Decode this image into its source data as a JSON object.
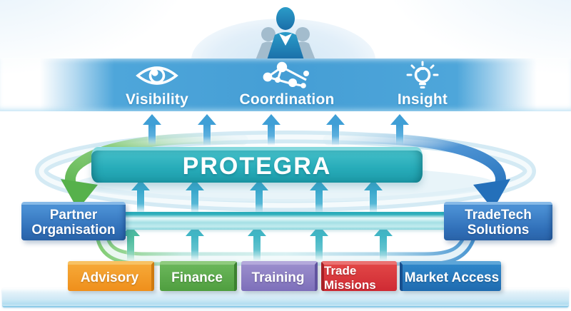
{
  "diagram": {
    "title": "PROTEGRA",
    "audience": {
      "icon": "people-icon"
    },
    "capabilities": [
      {
        "label": "Visibility",
        "icon": "eye-icon"
      },
      {
        "label": "Coordination",
        "icon": "network-icon"
      },
      {
        "label": "Insight",
        "icon": "lightbulb-icon"
      }
    ],
    "partners": {
      "left": {
        "line1": "Partner",
        "line2": "Organisation"
      },
      "right": {
        "line1": "TradeTech",
        "line2": "Solutions"
      }
    },
    "services": [
      {
        "label": "Advisory",
        "color": "#ef8f1b"
      },
      {
        "label": "Finance",
        "color": "#4f9e3f"
      },
      {
        "label": "Training",
        "color": "#7d6fba"
      },
      {
        "label": "Trade Missions",
        "color": "#cf2a33"
      },
      {
        "label": "Market Access",
        "color": "#1f6bb0"
      }
    ],
    "colors": {
      "capability_band": "#459ed5",
      "protegra_bar": "#27acb9",
      "main_band": "#2cadba",
      "partner_box": "#306fb8",
      "green_flow_arrow": "#56b14b",
      "blue_flow_arrow": "#2470ba",
      "up_arrow": "#3f9fd6",
      "platform": "#cde8f5",
      "text_on_color": "#ffffff"
    }
  }
}
